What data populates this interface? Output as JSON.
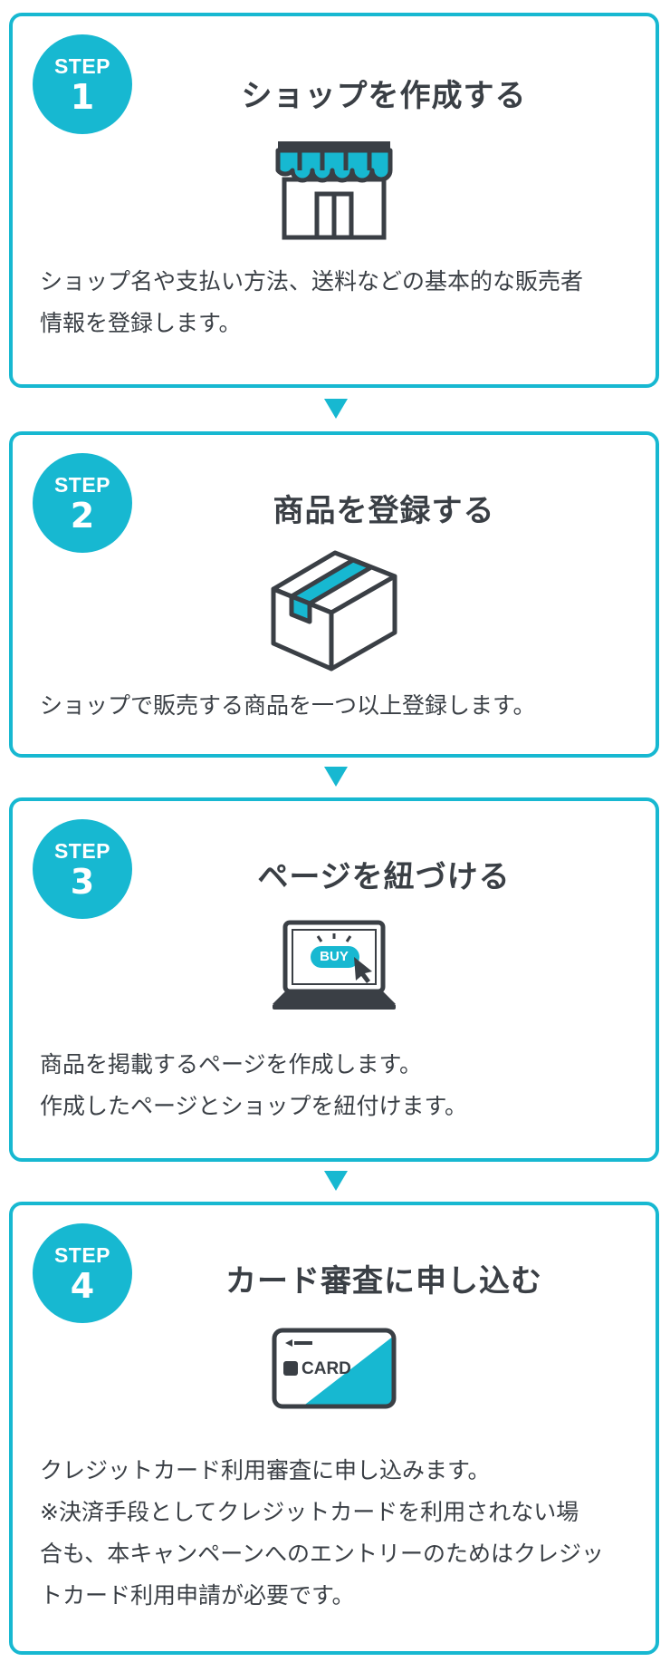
{
  "colors": {
    "accent": "#17b8d1",
    "text": "#3a3f45",
    "outline": "#3a3f45"
  },
  "steps": [
    {
      "step_label": "STEP",
      "number": "1",
      "title": "ショップを作成する",
      "illustration": "storefront-icon",
      "description": [
        "ショップ名や支払い方法、送料などの基本的な販売者",
        "情報を登録します。"
      ]
    },
    {
      "step_label": "STEP",
      "number": "2",
      "title": "商品を登録する",
      "illustration": "package-box-icon",
      "description": [
        "ショップで販売する商品を一つ以上登録します。"
      ]
    },
    {
      "step_label": "STEP",
      "number": "3",
      "title": "ページを紐づける",
      "illustration": "laptop-buy-icon",
      "buy_label": "BUY",
      "description": [
        "商品を掲載するページを作成します。",
        "作成したページとショップを紐付けます。"
      ]
    },
    {
      "step_label": "STEP",
      "number": "4",
      "title": "カード審査に申し込む",
      "illustration": "credit-card-icon",
      "card_label": "CARD",
      "description": [
        "クレジットカード利用審査に申し込みます。",
        "※決済手段としてクレジットカードを利用されない場",
        "合も、本キャンペーンへのエントリーのためはクレジッ",
        "トカード利用申請が必要です。"
      ]
    }
  ]
}
